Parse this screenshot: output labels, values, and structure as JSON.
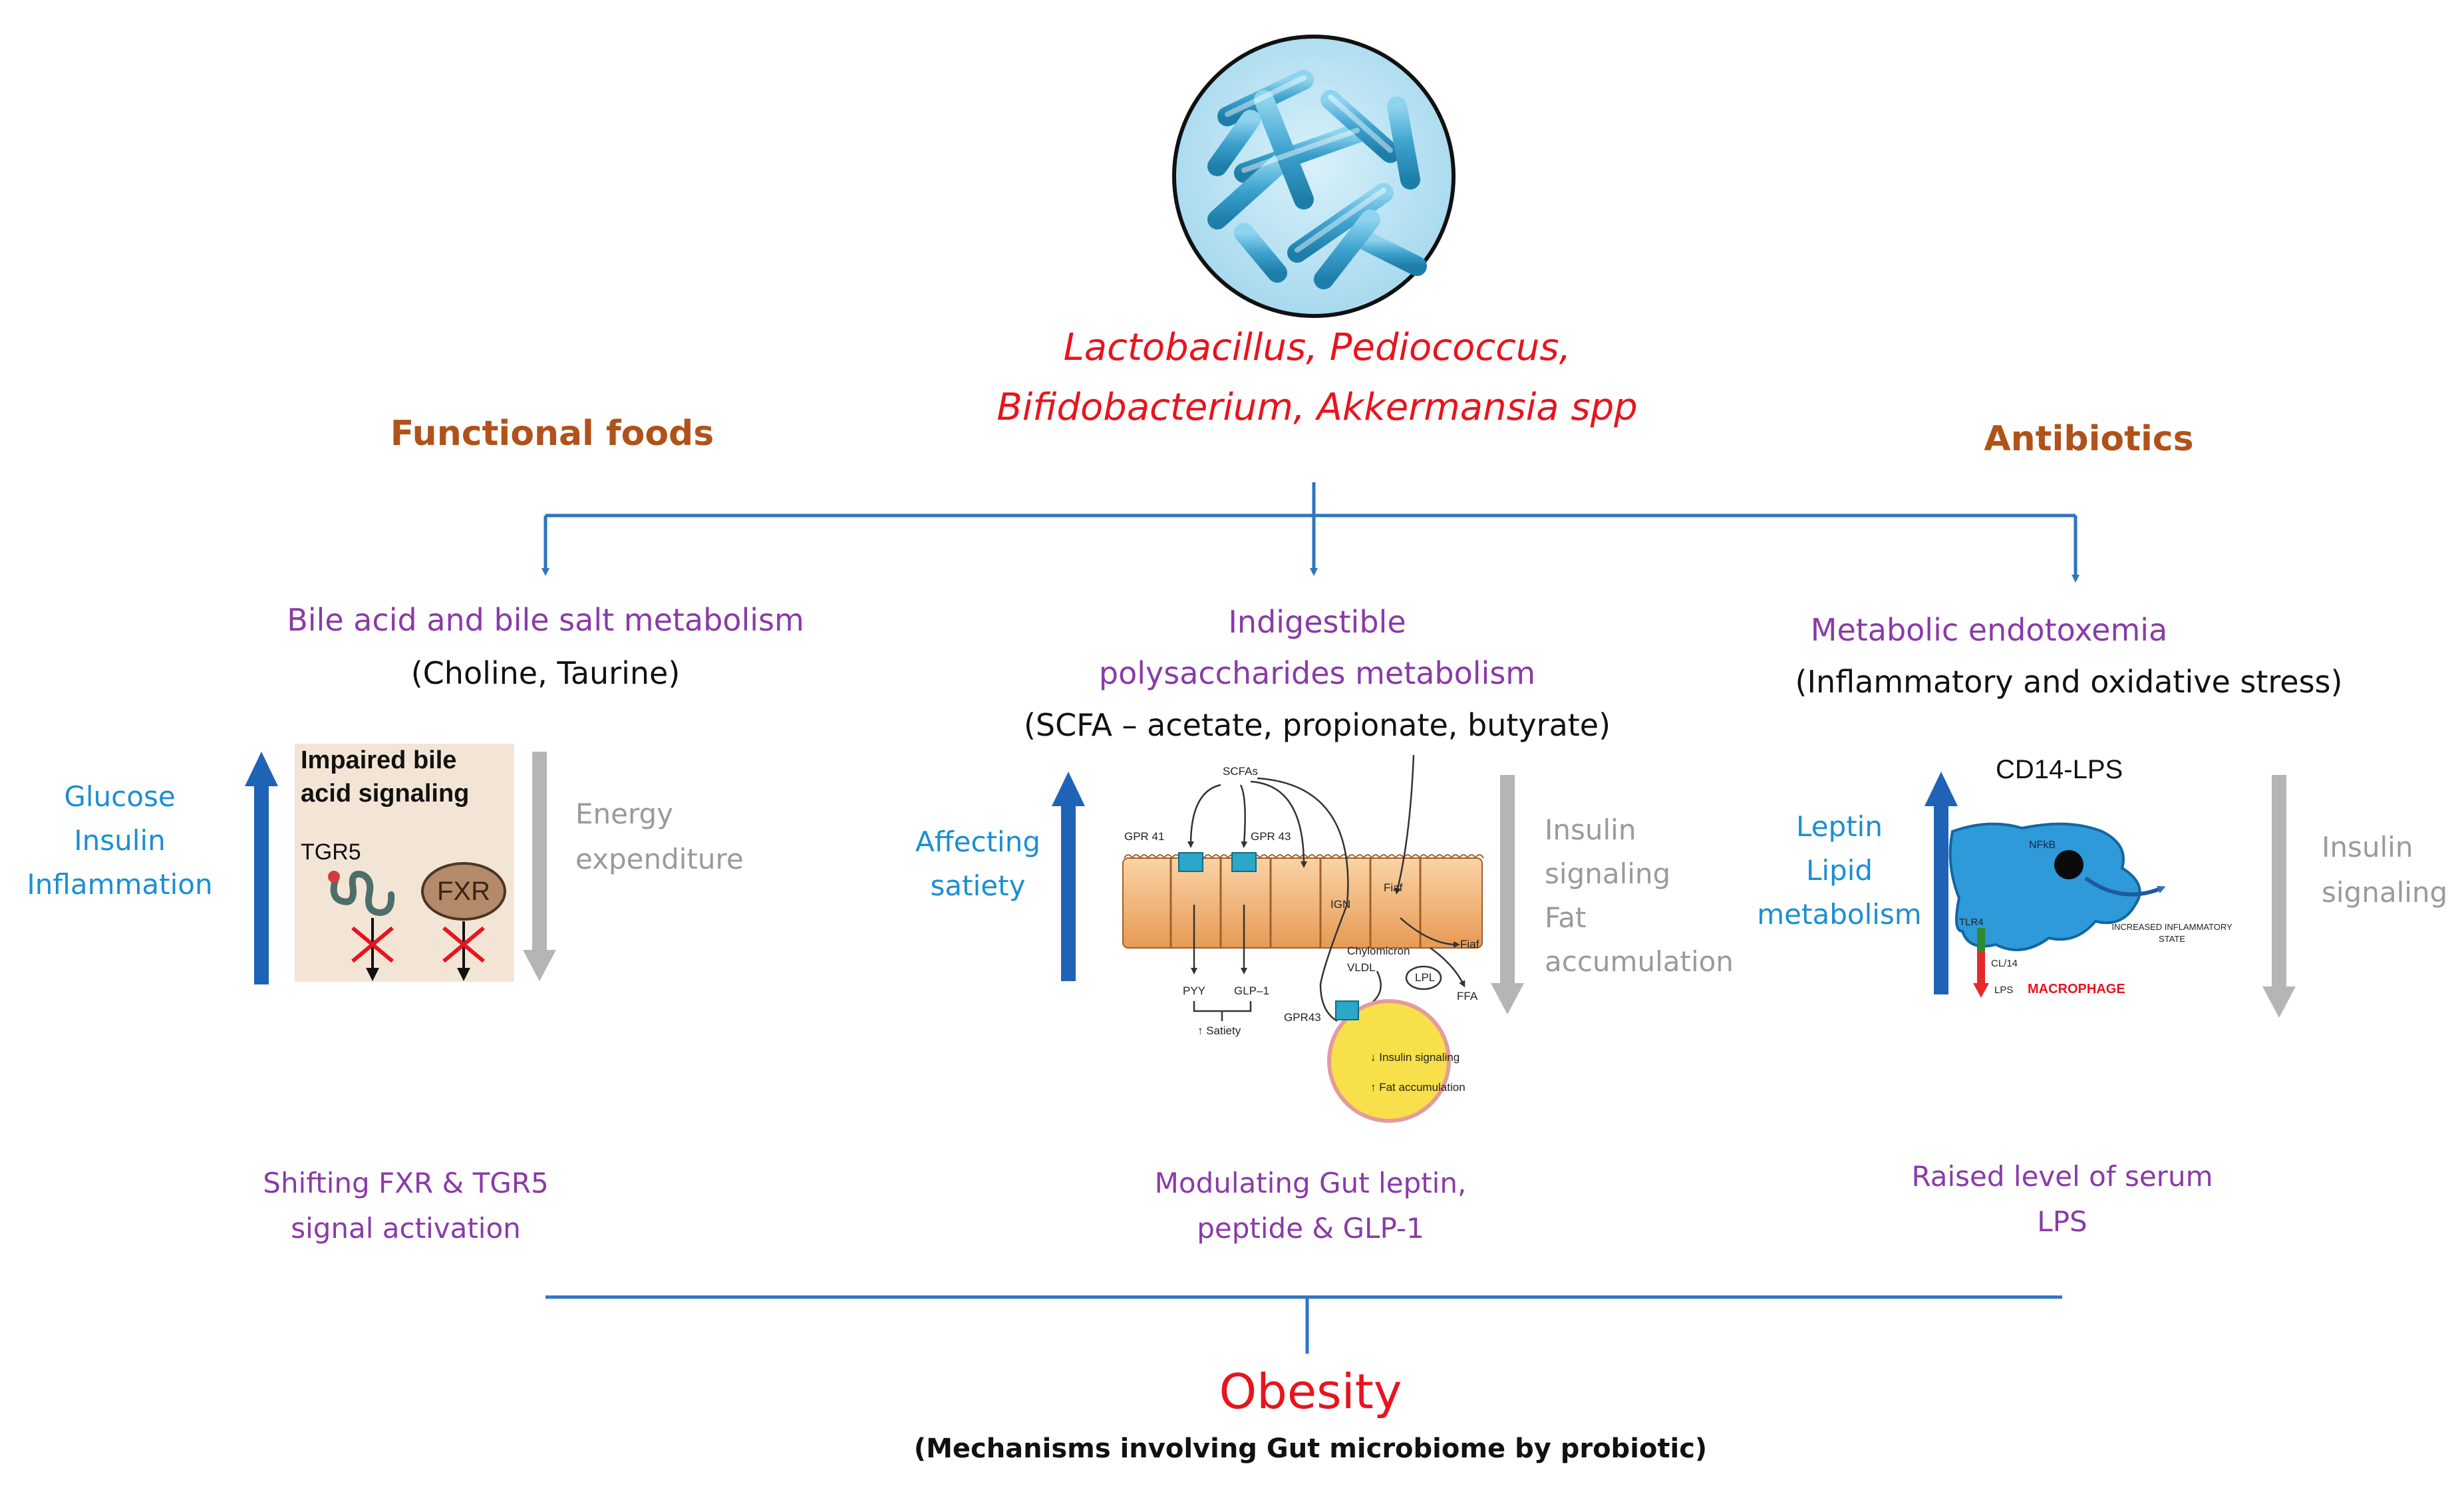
{
  "bacteria": {
    "names_line1": "Lactobacillus, Pediococcus,",
    "names_line2": "Bifidobacterium, Akkermansia  spp"
  },
  "categories": {
    "functional_foods": "Functional foods",
    "antibiotics": "Antibiotics"
  },
  "left": {
    "title": "Bile acid and bile salt metabolism",
    "subtitle": "(Choline, Taurine)",
    "up_effects": [
      "Glucose",
      "Insulin",
      "Inflammation"
    ],
    "down_effects": [
      "Energy",
      "expenditure"
    ],
    "inset": {
      "title_line1": "Impaired bile",
      "title_line2": "acid signaling",
      "receptor1": "TGR5",
      "receptor2": "FXR"
    },
    "outcome_line1": "Shifting FXR & TGR5",
    "outcome_line2": "signal activation"
  },
  "center": {
    "title_line1": "Indigestible",
    "title_line2": "polysaccharides  metabolism",
    "subtitle": "(SCFA – acetate, propionate, butyrate)",
    "up_effects": [
      "Affecting",
      "satiety"
    ],
    "down_effects": [
      "Insulin",
      "signaling",
      "Fat",
      "accumulation"
    ],
    "inset": {
      "scfas": "SCFAs",
      "gpr41": "GPR 41",
      "gpr43": "GPR 43",
      "ign": "IGN",
      "fiaf": "Fiaf",
      "chylomicron": "Chylomicron",
      "vldl": "VLDL",
      "fiaf2": "Fiaf",
      "lpl": "LPL",
      "ffa": "FFA",
      "pyy": "PYY",
      "glp1": "GLP–1",
      "satiety": "↑ Satiety",
      "gpr43b": "GPR43",
      "insulin_sig": "↓ Insulin signaling",
      "fat_acc": "↑ Fat accumulation"
    },
    "outcome_line1": "Modulating Gut leptin,",
    "outcome_line2": "peptide & GLP-1"
  },
  "right": {
    "title": "Metabolic endotoxemia",
    "subtitle": "(Inflammatory and oxidative stress)",
    "up_effects": [
      "Leptin",
      "Lipid",
      "metabolism"
    ],
    "down_effects": [
      "Insulin",
      "signaling"
    ],
    "inset": {
      "title": "CD14-LPS",
      "nfkb": "NFkB",
      "tlr4": "TLR4",
      "cd14": "CL/14",
      "lps": "LPS",
      "state_line1": "INCREASED INFLAMMATORY",
      "state_line2": "STATE",
      "macrophage": "MACROPHAGE"
    },
    "outcome_line1": "Raised level of serum",
    "outcome_line2": "LPS"
  },
  "result": {
    "title": "Obesity",
    "subtitle": "(Mechanisms involving Gut microbiome by probiotic)"
  },
  "colors": {
    "connector": "#2f74c0",
    "up_arrow": "#1f63b6",
    "down_arrow": "#b5b5b5",
    "title_purple": "#8a3aa8",
    "effect_blue": "#1b8fd2",
    "category_brown": "#b0521a",
    "accent_red": "#e8141d"
  }
}
